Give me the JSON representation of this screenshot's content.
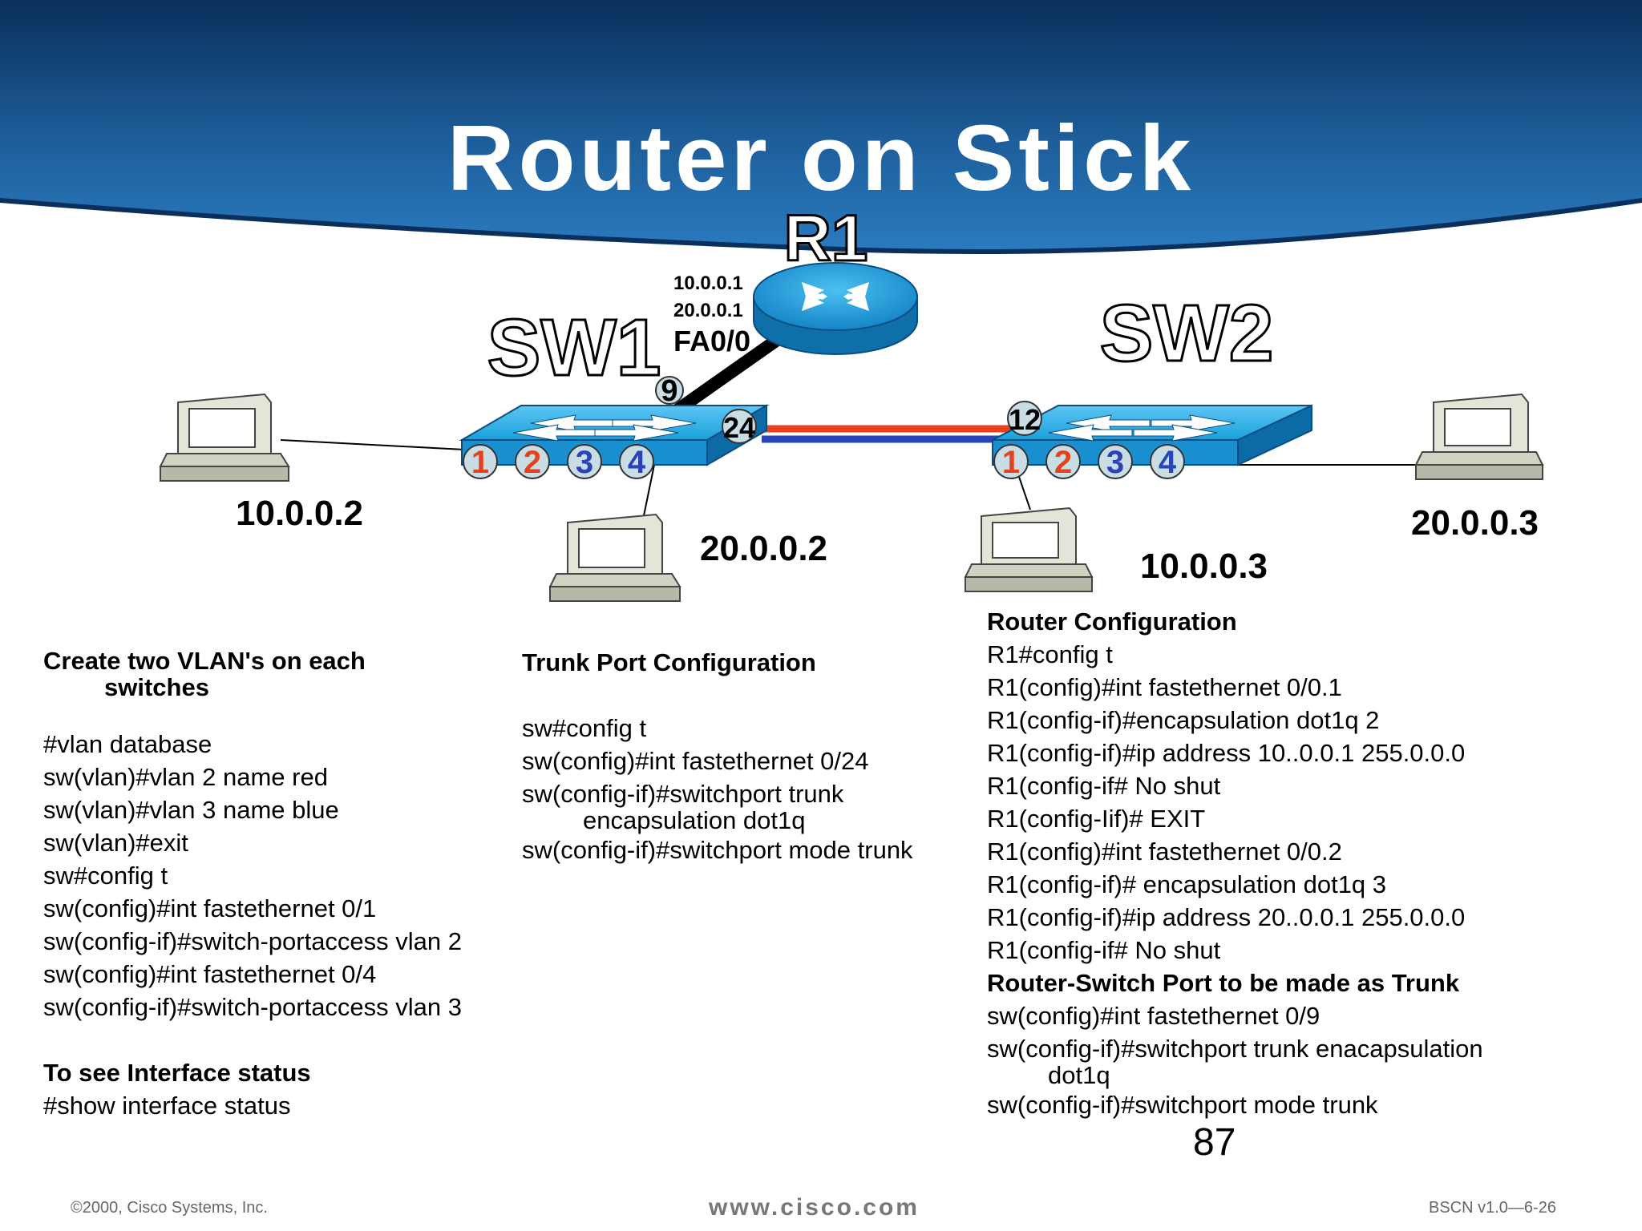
{
  "title": "Router on Stick",
  "diagram": {
    "router": {
      "name": "R1",
      "ip1": "10.0.0.1",
      "ip2": "20.0.0.1",
      "interface": "FA0/0"
    },
    "switches": [
      {
        "name": "SW1",
        "ports": [
          "1",
          "2",
          "3",
          "4"
        ],
        "uplink_port": "9",
        "trunk_port": "24"
      },
      {
        "name": "SW2",
        "ports": [
          "1",
          "2",
          "3",
          "4"
        ],
        "trunk_port": "12"
      }
    ],
    "hosts": [
      "10.0.0.2",
      "20.0.0.2",
      "10.0.0.3",
      "20.0.0.3"
    ],
    "colors": {
      "vlan_red": "#e8401c",
      "vlan_blue": "#2a44b8",
      "switch_blue": "#1aa0dc",
      "banner_dark": "#0d3d70"
    }
  },
  "vlan_config": {
    "heading": "Create two VLAN's on each",
    "heading_cont": "switches",
    "lines": [
      "#vlan database",
      "sw(vlan)#vlan 2 name red",
      "sw(vlan)#vlan 3 name blue",
      "sw(vlan)#exit",
      "sw#config t",
      "sw(config)#int fastethernet 0/1",
      "sw(config-if)#switch-portaccess vlan 2",
      "sw(config)#int fastethernet 0/4",
      "sw(config-if)#switch-portaccess vlan 3"
    ],
    "status_heading": "To see Interface status",
    "status_cmd": "#show interface status"
  },
  "trunk_config": {
    "heading": "Trunk Port Configuration",
    "lines": [
      "sw#config t",
      "sw(config)#int fastethernet 0/24",
      "sw(config-if)#switchport trunk"
    ],
    "line_cont": "encapsulation dot1q",
    "last_line": "sw(config-if)#switchport mode trunk"
  },
  "router_config": {
    "heading": "Router Configuration",
    "lines": [
      "R1#config t",
      "R1(config)#int fastethernet 0/0.1",
      "R1(config-if)#encapsulation dot1q 2",
      "R1(config-if)#ip address 10..0.0.1 255.0.0.0",
      "R1(config-if# No shut",
      "R1(config-Iif)# EXIT",
      "R1(config)#int fastethernet 0/0.2",
      "R1(config-if)# encapsulation dot1q 3",
      "R1(config-if)#ip address 20..0.0.1 255.0.0.0",
      "R1(config-if# No shut"
    ],
    "trunk_heading": "Router-Switch Port to be made as Trunk",
    "trunk_lines": [
      "sw(config)#int fastethernet 0/9",
      "sw(config-if)#switchport trunk enacapsulation"
    ],
    "trunk_cont": "dot1q",
    "trunk_last": "sw(config-if)#switchport mode trunk"
  },
  "page_number": "87",
  "footer": {
    "copyright": "©2000, Cisco Systems, Inc.",
    "website": "www.cisco.com",
    "course": "BSCN v1.0—6-26"
  }
}
